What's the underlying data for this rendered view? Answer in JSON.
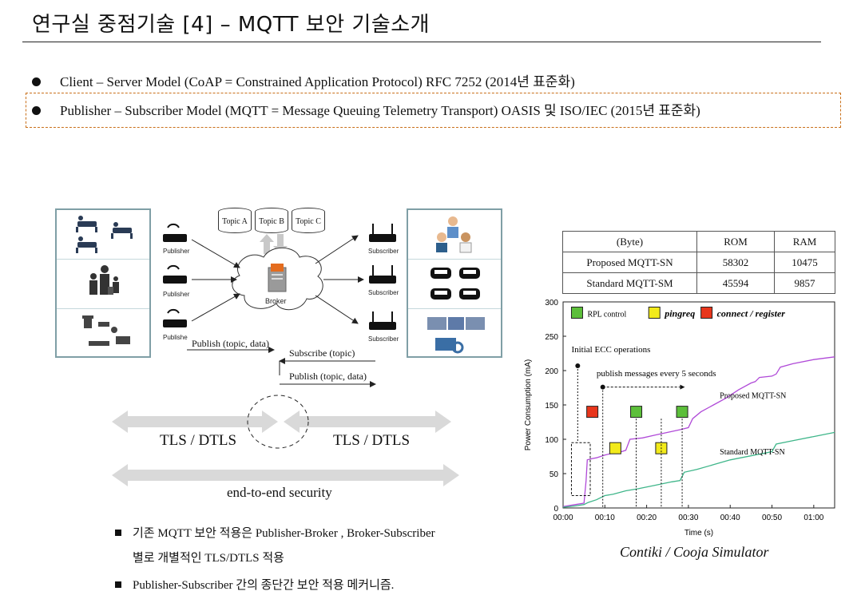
{
  "header": {
    "title": "연구실 중점기술 [4] – MQTT 보안 기술소개"
  },
  "bullets": [
    {
      "text": "Client – Server Model  (CoAP = Constrained Application Protocol)  RFC 7252  (2014년 표준화)"
    },
    {
      "text": "Publisher – Subscriber Model  (MQTT = Message Queuing Telemetry Transport)  OASIS 및 ISO/IEC (2015년 표준화)"
    }
  ],
  "diagram": {
    "topics": [
      "Topic A",
      "Topic B",
      "Topic C"
    ],
    "publisher_labels": [
      "Publisher",
      "Publisher",
      "Publishe"
    ],
    "subscriber_labels": [
      "Subscriber",
      "Subscriber",
      "Subscriber"
    ],
    "broker_label": "Broker",
    "publish_label": "Publish (topic, data)",
    "subscribe_label": "Subscribe (topic)",
    "publish_label_2": "Publish (topic, data)",
    "tls_left": "TLS / DTLS",
    "tls_right": "TLS / DTLS",
    "e2e_label": "end-to-end security"
  },
  "notes": {
    "line1": "기존 MQTT 보안 적용은 Publisher-Broker , Broker-Subscriber",
    "line1b": "별로 개별적인 TLS/DTLS 적용",
    "line2": "Publisher-Subscriber 간의 종단간 보안 적용 메커니즘."
  },
  "size_table": {
    "headers": [
      "(Byte)",
      "ROM",
      "RAM"
    ],
    "rows": [
      [
        "Proposed MQTT-SN",
        "58302",
        "10475"
      ],
      [
        "Standard MQTT-SM",
        "45594",
        "9857"
      ]
    ]
  },
  "chart_data": {
    "type": "line",
    "title": "",
    "xlabel": "Time (s)",
    "ylabel": "Power Consumption (mA)",
    "x_ticks": [
      "00:00",
      "00:10",
      "00:20",
      "00:30",
      "00:40",
      "00:50",
      "01:00"
    ],
    "y_ticks": [
      0,
      50,
      100,
      150,
      200,
      250,
      300
    ],
    "xlim": [
      0,
      65
    ],
    "ylim": [
      0,
      300
    ],
    "grid": false,
    "legend": [
      {
        "name": "RPL control",
        "color": "#5cbf3a"
      },
      {
        "name": "pingreq",
        "color": "#f2ea1a"
      },
      {
        "name": "connect / register",
        "color": "#e8361c"
      }
    ],
    "series": [
      {
        "name": "Proposed MQTT-SN",
        "color": "#b04ad8",
        "points": [
          [
            0,
            2
          ],
          [
            3,
            5
          ],
          [
            5,
            7
          ],
          [
            5.5,
            40
          ],
          [
            5.8,
            70
          ],
          [
            7,
            72
          ],
          [
            8,
            73
          ],
          [
            9,
            75
          ],
          [
            10,
            77
          ],
          [
            12,
            80
          ],
          [
            14,
            82
          ],
          [
            15,
            84
          ],
          [
            16,
            100
          ],
          [
            19,
            102
          ],
          [
            22,
            106
          ],
          [
            25,
            110
          ],
          [
            28,
            114
          ],
          [
            30,
            117
          ],
          [
            31,
            130
          ],
          [
            33,
            140
          ],
          [
            36,
            150
          ],
          [
            39,
            160
          ],
          [
            42,
            172
          ],
          [
            45,
            182
          ],
          [
            46,
            184
          ],
          [
            47,
            190
          ],
          [
            50,
            192
          ],
          [
            51,
            195
          ],
          [
            52,
            205
          ],
          [
            55,
            210
          ],
          [
            60,
            216
          ],
          [
            65,
            220
          ]
        ]
      },
      {
        "name": "Standard MQTT-SN",
        "color": "#3fb68a",
        "points": [
          [
            0,
            1
          ],
          [
            3,
            3
          ],
          [
            5,
            5
          ],
          [
            6,
            8
          ],
          [
            8,
            12
          ],
          [
            10,
            18
          ],
          [
            12,
            20
          ],
          [
            15,
            25
          ],
          [
            18,
            28
          ],
          [
            22,
            33
          ],
          [
            26,
            38
          ],
          [
            28,
            40
          ],
          [
            29,
            52
          ],
          [
            32,
            56
          ],
          [
            36,
            63
          ],
          [
            40,
            70
          ],
          [
            50,
            82
          ],
          [
            51,
            93
          ],
          [
            55,
            98
          ],
          [
            60,
            104
          ],
          [
            65,
            110
          ]
        ]
      }
    ],
    "annotations": [
      {
        "text": "Initial  ECC operations"
      },
      {
        "text": "publish messages every 5 seconds"
      }
    ],
    "markers": [
      {
        "x": 7,
        "y": 140,
        "kind": "connect / register"
      },
      {
        "x": 12.5,
        "y": 87,
        "kind": "pingreq"
      },
      {
        "x": 17.5,
        "y": 140,
        "kind": "RPL control"
      },
      {
        "x": 23.5,
        "y": 87,
        "kind": "pingreq"
      },
      {
        "x": 28.5,
        "y": 140,
        "kind": "RPL control"
      }
    ]
  },
  "caption": "Contiki / Cooja Simulator"
}
